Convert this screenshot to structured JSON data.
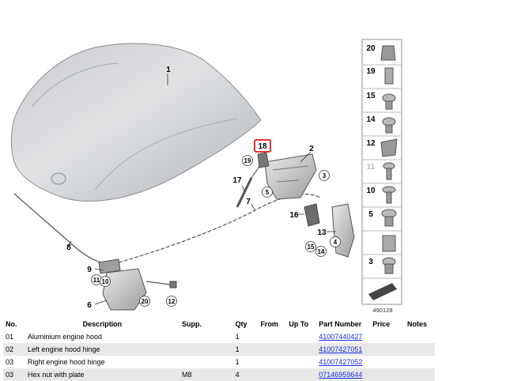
{
  "diagram": {
    "image_number": "490128",
    "labels": {
      "hood": "1",
      "left_hinge": "2",
      "nut_3": "3",
      "nut_4": "4",
      "nut_5": "5",
      "lock": "6",
      "cable_7": "7",
      "cable_8": "8",
      "handle_9": "9",
      "clip_10": "10",
      "clip_11": "11",
      "clip_12": "12",
      "bracket_13": "13",
      "clip_14": "14",
      "clip_15": "15",
      "buffer_16": "16",
      "strut_17": "17",
      "highlighted_18": "18",
      "clip_19": "19",
      "clip_20": "20"
    },
    "side_panel": [
      "20",
      "19",
      "15",
      "14",
      "12",
      "11",
      "10",
      "5",
      "3"
    ],
    "highlight_color": "#e0141e"
  },
  "table": {
    "headers": {
      "no": "No.",
      "description": "Description",
      "supp": "Supp.",
      "qty": "Qty",
      "from": "From",
      "up_to": "Up To",
      "part_number": "Part Number",
      "price": "Price",
      "notes": "Notes"
    },
    "rows": [
      {
        "no": "01",
        "description": "Aluminium engine hood",
        "supp": "",
        "qty": "1",
        "part_number": "41007440427"
      },
      {
        "no": "02",
        "description": "Left engine hood hinge",
        "supp": "",
        "qty": "1",
        "part_number": "41007427051"
      },
      {
        "no": "03",
        "description": "Right engine hood hinge",
        "supp": "",
        "qty": "1",
        "part_number": "41007427052"
      },
      {
        "no": "03",
        "description": "Hex nut with plate",
        "supp": "M8",
        "qty": "4",
        "part_number": "07146959644"
      }
    ]
  }
}
